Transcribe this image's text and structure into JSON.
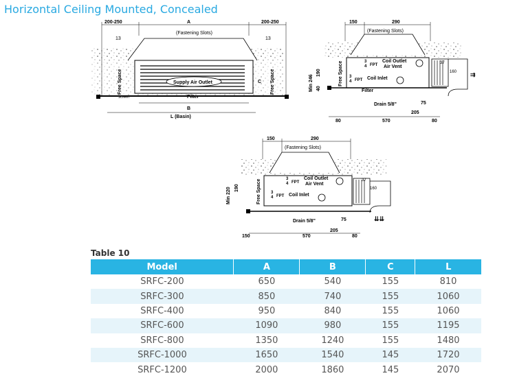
{
  "page_title": "Horizontal Ceiling Mounted, Concealed",
  "drawing1": {
    "dim_left": "200-250",
    "dim_right": "200-250",
    "dim_a": "A",
    "dim_13_left": "13",
    "dim_13_right": "13",
    "fastening_slots": "(Fastening Slots)",
    "free_space_left": "Free Space",
    "free_space_right": "Free Space",
    "supply_air_outlet": "Supply Air Outlet",
    "filter": "Filter",
    "dim_c": "C",
    "dim_b": "B",
    "dim_l": "L (Basin)",
    "screen_note": "Screen"
  },
  "drawing2": {
    "dim_150": "150",
    "dim_290": "290",
    "fastening_slots": "(Fastening Slots)",
    "min_246": "Min 246",
    "dim_190": "190",
    "dim_40": "40",
    "free_space": "Free Space",
    "fpt_frac_num": "3",
    "fpt_frac_den": "4",
    "fpt": "FPT",
    "coil_outlet": "Coil Outlet",
    "air_vent": "Air Vent",
    "coil_inlet": "Coil Inlet",
    "filter": "Filter",
    "drain": "Drain 5/8\"",
    "dim_37": "37",
    "dim_160": "160",
    "dim_75": "75",
    "dim_205": "205",
    "dim_80_left": "80",
    "dim_570": "570",
    "dim_80_right": "80"
  },
  "drawing3": {
    "dim_150_top": "150",
    "dim_290": "290",
    "fastening_slots": "(Fastening Slots)",
    "min_220": "Min 220",
    "dim_190": "190",
    "free_space": "Free Space",
    "fpt_frac_num": "3",
    "fpt_frac_den": "4",
    "fpt": "FPT",
    "coil_outlet": "Coil Outlet",
    "air_vent": "Air Vent",
    "coil_inlet": "Coil Inlet",
    "drain": "Drain 5/8\"",
    "dim_37": "37",
    "dim_160": "160",
    "dim_75": "75",
    "dim_205": "205",
    "dim_150_bottom": "150",
    "dim_570": "570",
    "dim_80": "80"
  },
  "table": {
    "caption": "Table 10",
    "headers": [
      "Model",
      "A",
      "B",
      "C",
      "L"
    ],
    "rows": [
      [
        "SRFC-200",
        "650",
        "540",
        "155",
        "810"
      ],
      [
        "SRFC-300",
        "850",
        "740",
        "155",
        "1060"
      ],
      [
        "SRFC-400",
        "950",
        "840",
        "155",
        "1060"
      ],
      [
        "SRFC-600",
        "1090",
        "980",
        "155",
        "1195"
      ],
      [
        "SRFC-800",
        "1350",
        "1240",
        "155",
        "1480"
      ],
      [
        "SRFC-1000",
        "1650",
        "1540",
        "145",
        "1720"
      ],
      [
        "SRFC-1200",
        "2000",
        "1860",
        "145",
        "2070"
      ]
    ]
  },
  "colors": {
    "title": "#29a9e1",
    "table_header": "#29b4e3",
    "row_stripe": "#e6f4fa"
  }
}
